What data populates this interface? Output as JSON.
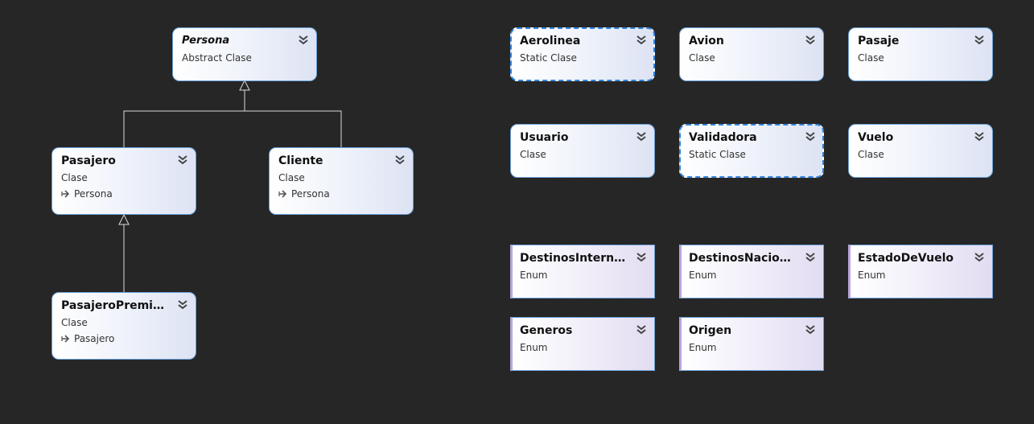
{
  "diagram": {
    "shapes": [
      {
        "id": "persona",
        "title": "Persona",
        "subtitle": "Abstract Clase",
        "base": null,
        "kind": "class",
        "italic": true,
        "selected": false
      },
      {
        "id": "pasajero",
        "title": "Pasajero",
        "subtitle": "Clase",
        "base": "Persona",
        "kind": "class",
        "italic": false,
        "selected": false
      },
      {
        "id": "cliente",
        "title": "Cliente",
        "subtitle": "Clase",
        "base": "Persona",
        "kind": "class",
        "italic": false,
        "selected": false
      },
      {
        "id": "pasajeropremium",
        "title": "PasajeroPremium",
        "subtitle": "Clase",
        "base": "Pasajero",
        "kind": "class",
        "italic": false,
        "selected": false
      },
      {
        "id": "aerolinea",
        "title": "Aerolinea",
        "subtitle": "Static Clase",
        "base": null,
        "kind": "class",
        "italic": false,
        "selected": true
      },
      {
        "id": "avion",
        "title": "Avion",
        "subtitle": "Clase",
        "base": null,
        "kind": "class",
        "italic": false,
        "selected": false
      },
      {
        "id": "pasaje",
        "title": "Pasaje",
        "subtitle": "Clase",
        "base": null,
        "kind": "class",
        "italic": false,
        "selected": false
      },
      {
        "id": "usuario",
        "title": "Usuario",
        "subtitle": "Clase",
        "base": null,
        "kind": "class",
        "italic": false,
        "selected": false
      },
      {
        "id": "validadora",
        "title": "Validadora",
        "subtitle": "Static Clase",
        "base": null,
        "kind": "class",
        "italic": false,
        "selected": true
      },
      {
        "id": "vuelo",
        "title": "Vuelo",
        "subtitle": "Clase",
        "base": null,
        "kind": "class",
        "italic": false,
        "selected": false
      },
      {
        "id": "destinosinternacionales",
        "title": "DestinosInterna...",
        "subtitle": "Enum",
        "base": null,
        "kind": "enum",
        "italic": false,
        "selected": false
      },
      {
        "id": "destinosnacionales",
        "title": "DestinosNacion...",
        "subtitle": "Enum",
        "base": null,
        "kind": "enum",
        "italic": false,
        "selected": false
      },
      {
        "id": "estadodevuelo",
        "title": "EstadoDeVuelo",
        "subtitle": "Enum",
        "base": null,
        "kind": "enum",
        "italic": false,
        "selected": false
      },
      {
        "id": "generos",
        "title": "Generos",
        "subtitle": "Enum",
        "base": null,
        "kind": "enum",
        "italic": false,
        "selected": false
      },
      {
        "id": "origen",
        "title": "Origen",
        "subtitle": "Enum",
        "base": null,
        "kind": "enum",
        "italic": false,
        "selected": false
      }
    ],
    "inheritance": [
      {
        "child": "pasajero",
        "parent": "persona"
      },
      {
        "child": "cliente",
        "parent": "persona"
      },
      {
        "child": "pasajeropremium",
        "parent": "pasajero"
      }
    ],
    "colors": {
      "background": "#262626",
      "connector": "#d9d9d9",
      "border": "#6aa0d8",
      "selection": "#2f83e0"
    },
    "icons": {
      "toggle": "double-chevron-down-icon",
      "inherits": "inheritance-arrow-icon"
    }
  }
}
